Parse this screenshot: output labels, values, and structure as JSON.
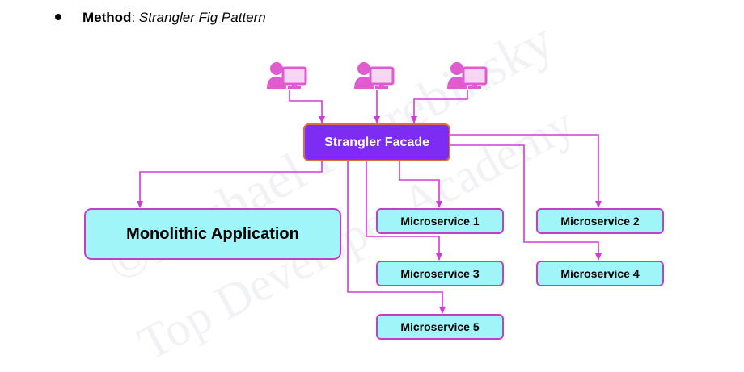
{
  "header": {
    "method_label": "Method",
    "separator": ": ",
    "method_value": "Strangler Fig Pattern"
  },
  "watermark": {
    "line1": "©Michael Pogrebinsky",
    "line2": "Top Developer Academy"
  },
  "nodes": {
    "users": [
      {
        "icon": "user-computer-icon"
      },
      {
        "icon": "user-computer-icon"
      },
      {
        "icon": "user-computer-icon"
      }
    ],
    "facade": "Strangler Facade",
    "monolith": "Monolithic Application",
    "microservices": [
      "Microservice 1",
      "Microservice 2",
      "Microservice 3",
      "Microservice 4",
      "Microservice 5"
    ]
  },
  "colors": {
    "arrow": "#d23ad8",
    "facade_fill": "#7c2cf3",
    "facade_border": "#d9703e",
    "service_fill": "#9ff5f8",
    "service_border": "#c040c6",
    "user_icon": "#e05ad0"
  }
}
